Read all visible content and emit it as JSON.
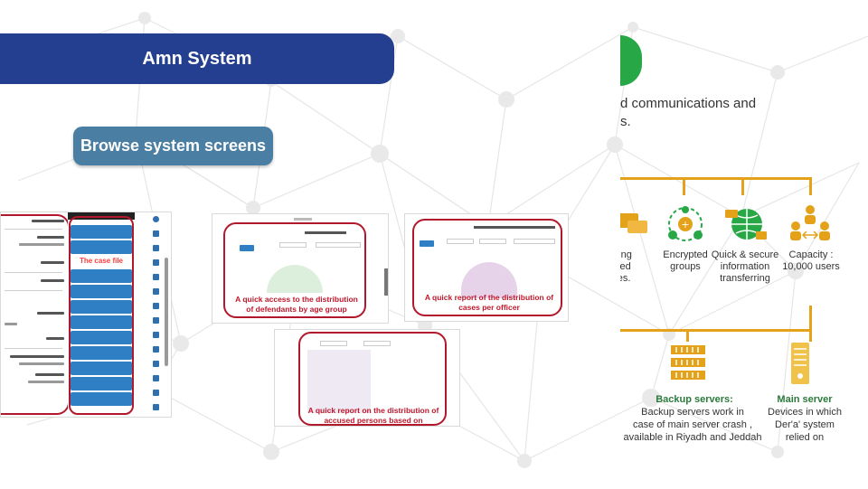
{
  "header": {
    "title": "Amn System"
  },
  "browse_button": {
    "label": "Browse system screens"
  },
  "screens": {
    "menu": {
      "highlight_label": "The case file"
    },
    "captions": {
      "age_group": "A quick access to the distribution of defendants by age group",
      "per_officer": "A quick report of the distribution of cases per officer",
      "nationalities": "A quick report on the distribution of accused persons based on nationalities"
    }
  },
  "right_panel": {
    "intro_line1": "d communications and",
    "intro_line2": "s.",
    "features": [
      {
        "line1": "uting",
        "line2": "pted",
        "line3": "ges."
      },
      {
        "line1": "Encrypted",
        "line2": "groups",
        "line3": ""
      },
      {
        "line1": "Quick & secure",
        "line2": "information",
        "line3": "transferring"
      },
      {
        "line1": "Capacity :",
        "line2": "10,000 users",
        "line3": ""
      }
    ],
    "backup": {
      "title": "Backup servers:",
      "line1": "Backup servers work in",
      "line2": "case of main server crash ,",
      "line3": "available in Riyadh and Jeddah"
    },
    "main_server": {
      "title": "Main server",
      "line1": "Devices in which",
      "line2": "Der'a' system",
      "line3": "relied on"
    }
  },
  "colors": {
    "banner": "#243f8f",
    "button": "#4a7ea2",
    "accent_red": "#b2182b",
    "gold": "#e3a21a",
    "green": "#27a745",
    "menu_blue": "#2e7fc4"
  }
}
